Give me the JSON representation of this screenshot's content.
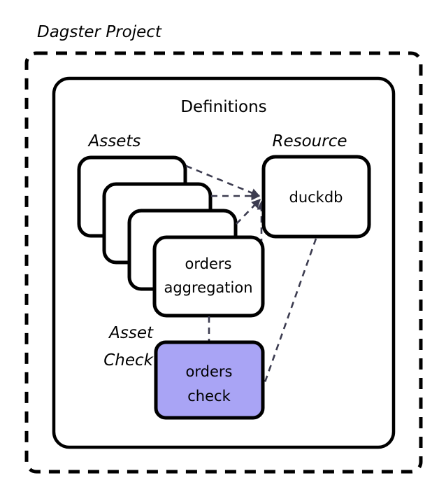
{
  "diagram": {
    "type": "nested-boxes-flow",
    "title": "Dagster Project",
    "outer_container": {
      "label": "Dagster Project",
      "style": "dashed",
      "italic": true
    },
    "inner_container": {
      "label": "Definitions",
      "style": "solid-rounded",
      "italic": false
    },
    "groups": [
      {
        "label": "Assets",
        "italic": true,
        "kind": "asset-stack"
      },
      {
        "label": "Resource",
        "italic": true,
        "kind": "resource"
      },
      {
        "label_line1": "Asset",
        "label_line2": "Check",
        "italic": true,
        "kind": "asset-check"
      }
    ],
    "nodes": {
      "asset_stack": {
        "count": 4,
        "front_label_line1": "orders",
        "front_label_line2": "aggregation",
        "fill": "#ffffff",
        "stroke": "#000000"
      },
      "resource": {
        "label": "duckdb",
        "fill": "#ffffff",
        "stroke": "#000000"
      },
      "asset_check": {
        "label_line1": "orders",
        "label_line2": "check",
        "fill": "#a9a4f5",
        "stroke": "#000000"
      }
    },
    "connections": [
      {
        "from": "asset-card-1",
        "to": "duckdb",
        "style": "dashed",
        "arrow": true
      },
      {
        "from": "asset-card-2",
        "to": "duckdb",
        "style": "dashed",
        "arrow": true
      },
      {
        "from": "asset-card-3",
        "to": "duckdb",
        "style": "dashed",
        "arrow": true
      },
      {
        "from": "asset-card-4",
        "to": "duckdb",
        "style": "dashed",
        "arrow": true
      },
      {
        "from": "orders aggregation",
        "to": "orders check",
        "style": "dashed",
        "arrow": false
      },
      {
        "from": "duckdb",
        "to": "orders check",
        "style": "dashed",
        "arrow": false
      }
    ],
    "colors": {
      "background": "#ffffff",
      "stroke": "#000000",
      "connector": "#3c3c50",
      "check_fill": "#a9a4f5"
    }
  }
}
